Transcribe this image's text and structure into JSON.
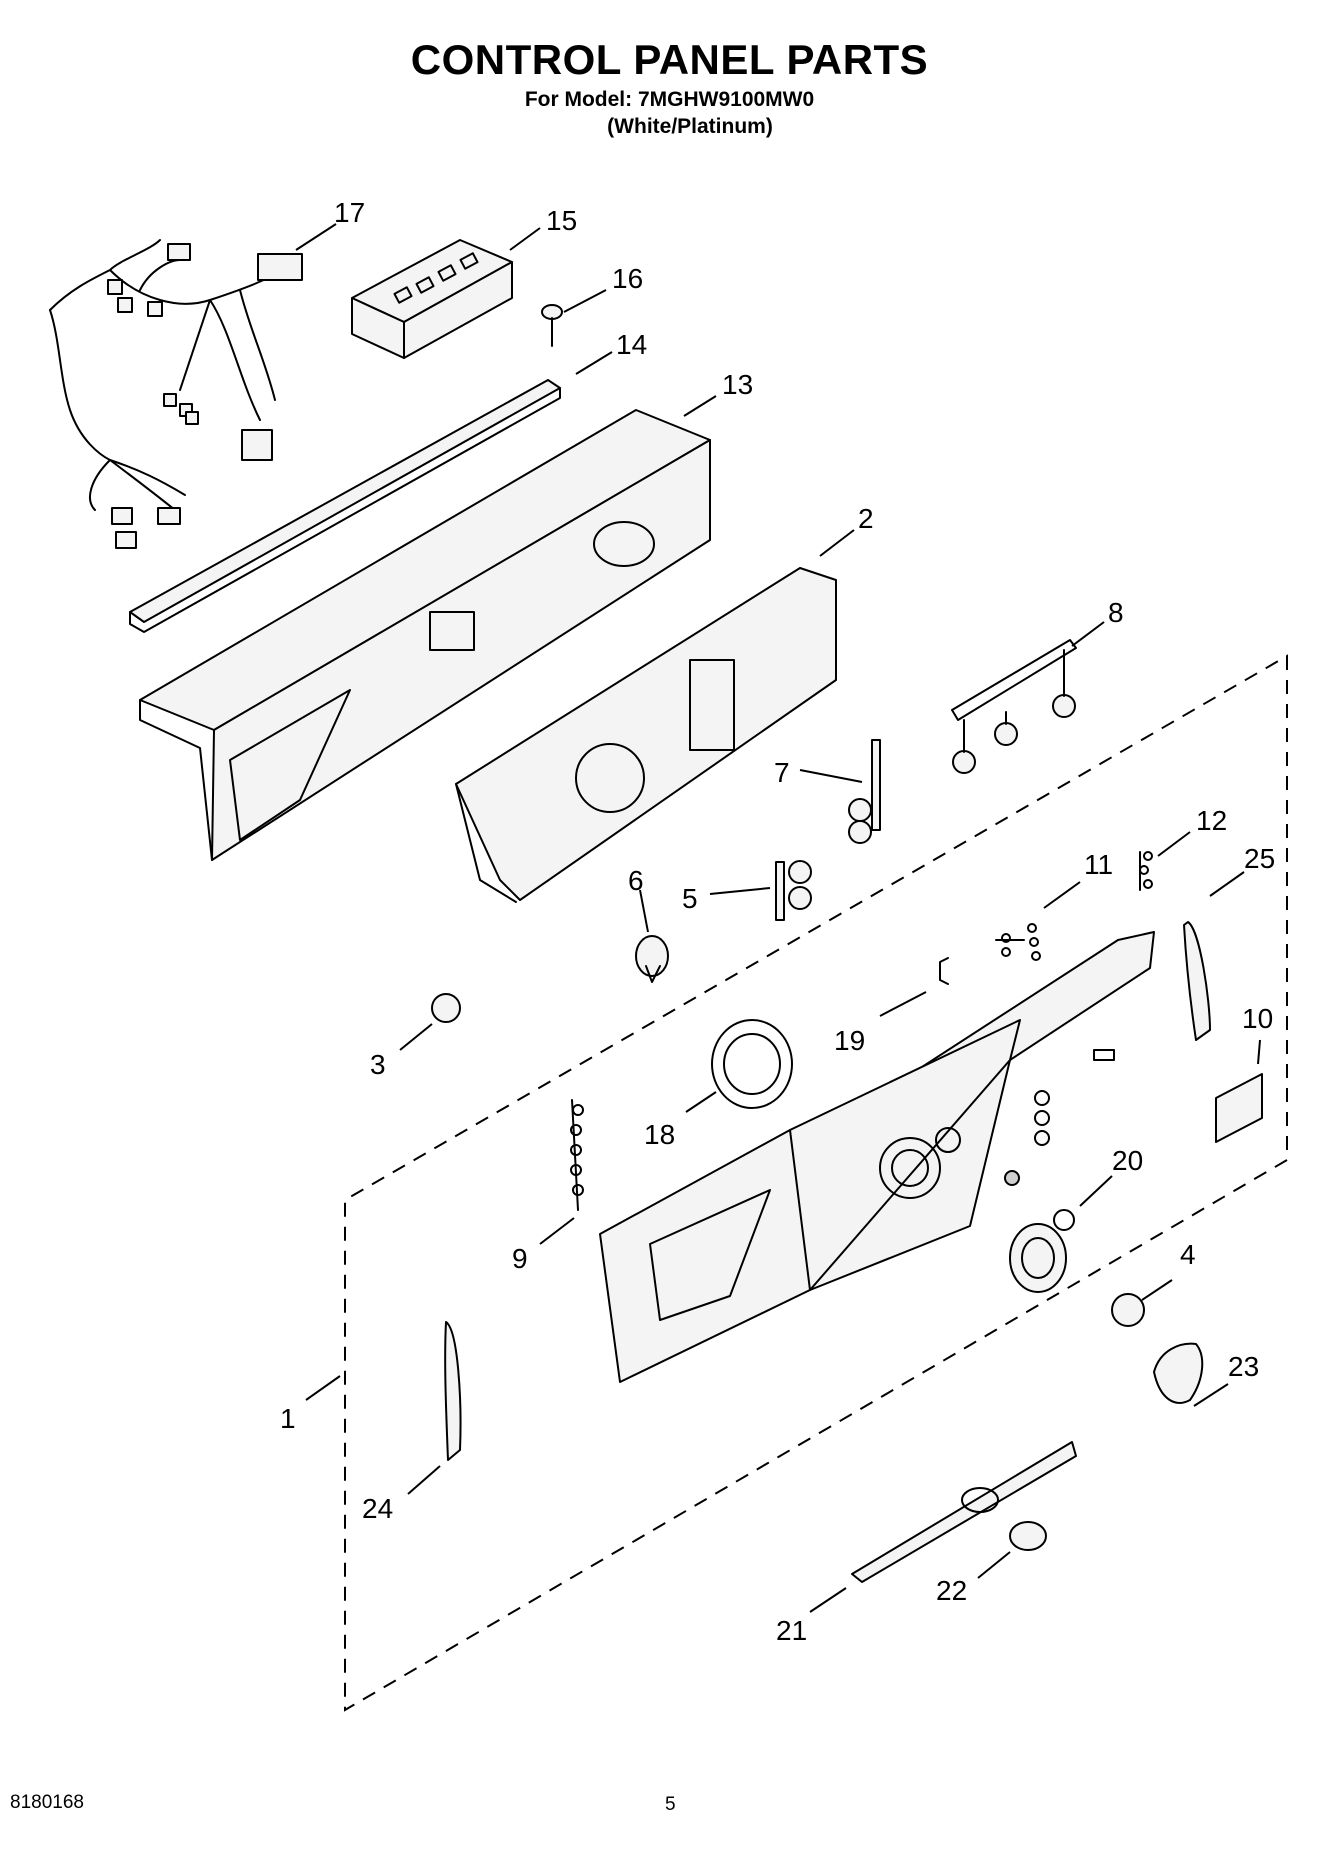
{
  "header": {
    "title": "CONTROL PANEL PARTS",
    "model_line": "For Model: 7MGHW9100MW0",
    "color_line": "(White/Platinum)"
  },
  "footer": {
    "doc_number": "8180168",
    "page_number": "5"
  },
  "callouts": [
    {
      "id": "c17",
      "label": "17"
    },
    {
      "id": "c15",
      "label": "15"
    },
    {
      "id": "c16",
      "label": "16"
    },
    {
      "id": "c14",
      "label": "14"
    },
    {
      "id": "c13",
      "label": "13"
    },
    {
      "id": "c2",
      "label": "2"
    },
    {
      "id": "c8",
      "label": "8"
    },
    {
      "id": "c7",
      "label": "7"
    },
    {
      "id": "c12",
      "label": "12"
    },
    {
      "id": "c25",
      "label": "25"
    },
    {
      "id": "c6",
      "label": "6"
    },
    {
      "id": "c5",
      "label": "5"
    },
    {
      "id": "c11",
      "label": "11"
    },
    {
      "id": "c3",
      "label": "3"
    },
    {
      "id": "c19",
      "label": "19"
    },
    {
      "id": "c10",
      "label": "10"
    },
    {
      "id": "c18",
      "label": "18"
    },
    {
      "id": "c20",
      "label": "20"
    },
    {
      "id": "c9",
      "label": "9"
    },
    {
      "id": "c4",
      "label": "4"
    },
    {
      "id": "c23",
      "label": "23"
    },
    {
      "id": "c1",
      "label": "1"
    },
    {
      "id": "c24",
      "label": "24"
    },
    {
      "id": "c22",
      "label": "22"
    },
    {
      "id": "c21",
      "label": "21"
    }
  ]
}
